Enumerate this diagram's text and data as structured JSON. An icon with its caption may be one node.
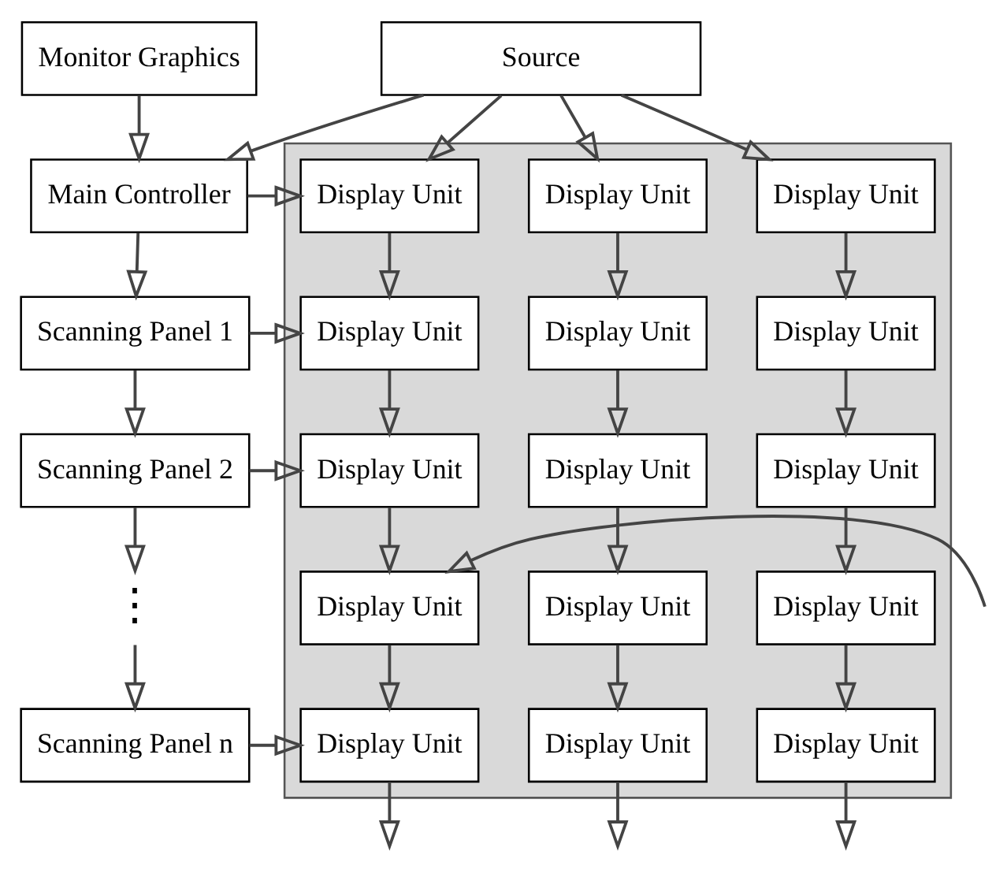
{
  "diagram": {
    "nodes": [
      {
        "text": [
          "Monitor Graphics"
        ]
      },
      {
        "text": [
          "Source"
        ]
      },
      {
        "text": [],
        "shape": "box"
      },
      {
        "text": [
          "Main Controller"
        ]
      },
      {
        "text": [
          "Scanning Panel 1"
        ]
      },
      {
        "text": [
          "Scanning Panel 2"
        ]
      },
      {
        "text": [
          "⋮"
        ]
      },
      {
        "text": [
          "Scanning Panel n"
        ]
      },
      {
        "text": [
          "Display Unit"
        ],
        "in": 2
      },
      {
        "text": [
          "Display Unit"
        ],
        "in": 2
      },
      {
        "text": [
          "Display Unit"
        ],
        "in": 2
      },
      {
        "text": [
          "Display Unit"
        ],
        "in": 2
      },
      {
        "text": [
          "Display Unit"
        ],
        "in": 2
      },
      {
        "text": [
          "Display Unit"
        ],
        "in": 2
      },
      {
        "text": [
          "Display Unit"
        ],
        "in": 2
      },
      {
        "text": [
          "Display Unit"
        ],
        "in": 2
      },
      {
        "text": [
          "Display Unit"
        ],
        "in": 2
      },
      {
        "text": [
          "Display Unit"
        ],
        "in": 2
      },
      {
        "text": [
          "Display Unit"
        ],
        "in": 2
      },
      {
        "text": [
          "Display Unit"
        ],
        "in": 2
      },
      {
        "text": [
          "Display Unit"
        ],
        "in": 2
      },
      {
        "text": [
          "Display Unit"
        ],
        "in": 2
      },
      {
        "text": [
          "Display Unit"
        ],
        "in": 2
      }
    ],
    "edges": [
      {
        "from": 0,
        "to": 3,
        "arrow": "to"
      },
      {
        "from": 1,
        "to": 3,
        "arrow": "to"
      },
      {
        "from": 1,
        "to": 8,
        "arrow": "to"
      },
      {
        "from": 1,
        "to": 9,
        "arrow": "to"
      },
      {
        "from": 1,
        "to": 10,
        "arrow": "to"
      },
      {
        "from": 3,
        "to": 8,
        "arrow": "to"
      },
      {
        "from": 3,
        "to": 4,
        "arrow": "to"
      },
      {
        "from": 4,
        "to": 11,
        "arrow": "to"
      },
      {
        "from": 4,
        "to": 5,
        "arrow": "to"
      },
      {
        "from": 5,
        "to": 14,
        "arrow": "to"
      },
      {
        "from": 5,
        "to": 6,
        "arrow": "to"
      },
      {
        "from": null,
        "to": 17,
        "arrow": "to"
      },
      {
        "from": 6,
        "to": 7,
        "arrow": "to"
      },
      {
        "from": 7,
        "to": 20,
        "arrow": "to"
      },
      {
        "from": 8,
        "to": 11,
        "arrow": "to"
      },
      {
        "from": 9,
        "to": 12,
        "arrow": "to"
      },
      {
        "from": 10,
        "to": 13,
        "arrow": "to"
      },
      {
        "from": 11,
        "to": 14,
        "arrow": "to"
      },
      {
        "from": 12,
        "to": 15,
        "arrow": "to"
      },
      {
        "from": 13,
        "to": 16,
        "arrow": "to"
      },
      {
        "from": 14,
        "to": 17,
        "arrow": "to"
      },
      {
        "from": 15,
        "to": 18,
        "arrow": "to"
      },
      {
        "from": 16,
        "to": 19,
        "arrow": "to"
      },
      {
        "from": 17,
        "to": 20,
        "arrow": "to"
      },
      {
        "from": 18,
        "to": 21,
        "arrow": "to"
      },
      {
        "from": 19,
        "to": 22,
        "arrow": "to"
      },
      {
        "from": 20,
        "to": null,
        "arrow": "to"
      },
      {
        "from": 21,
        "to": null,
        "arrow": "to"
      },
      {
        "from": 22,
        "to": null,
        "arrow": "to"
      }
    ]
  }
}
